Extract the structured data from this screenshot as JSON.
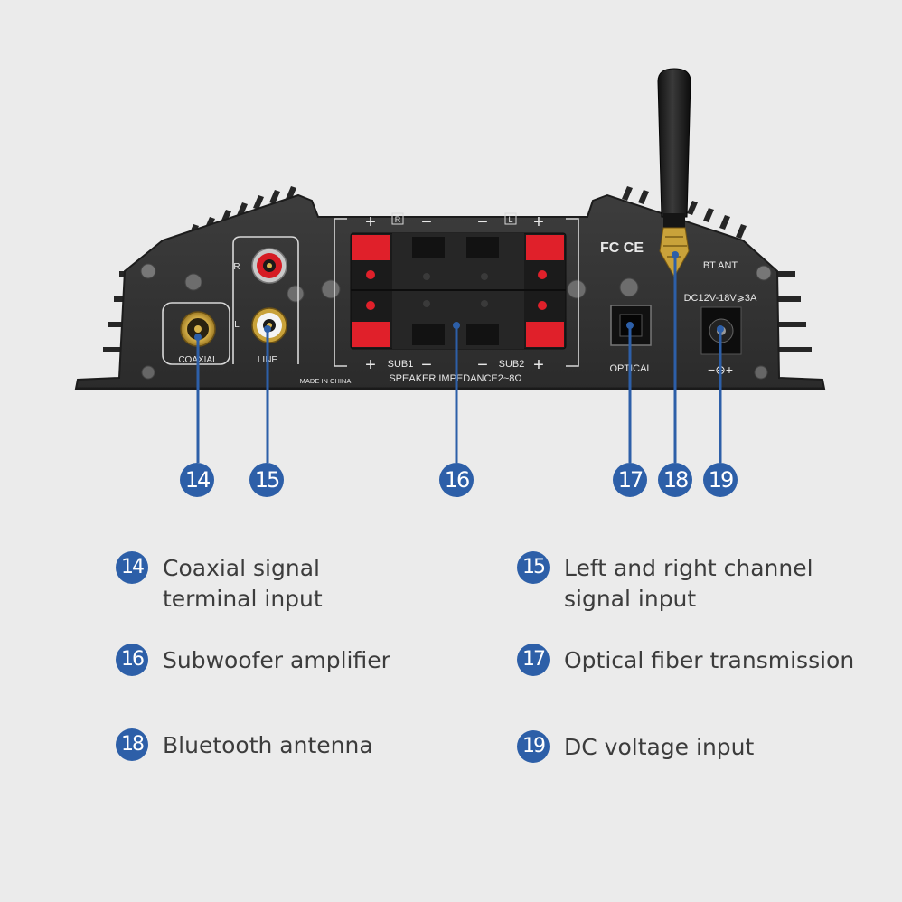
{
  "panel_labels": {
    "coaxial": "COAXIAL",
    "line": "LINE",
    "made_in": "MADE IN CHINA",
    "channel_r": "R",
    "channel_l": "L",
    "plus": "+",
    "minus": "−",
    "sub1": "SUB1",
    "sub2": "SUB2",
    "impedance": "SPEAKER IMPEDANCE2~8Ω",
    "optical": "OPTICAL",
    "certifications": "FC CE",
    "bt_ant": "BT ANT",
    "dc_rating": "DC12V-18V⩾3A",
    "polarity": "−⊖+"
  },
  "callouts": [
    "14",
    "15",
    "16",
    "17",
    "18",
    "19"
  ],
  "legend": [
    {
      "num": "14",
      "text": "Coaxial signal\nterminal input"
    },
    {
      "num": "15",
      "text": "Left and right channel\nsignal input"
    },
    {
      "num": "16",
      "text": "Subwoofer amplifier"
    },
    {
      "num": "17",
      "text": "Optical fiber transmission"
    },
    {
      "num": "18",
      "text": "Bluetooth antenna"
    },
    {
      "num": "19",
      "text": "DC voltage input"
    }
  ],
  "colors": {
    "accent": "#2d5fa8",
    "panel": "#353535",
    "terminal_red": "#e0202a",
    "gold": "#c9a23a"
  }
}
